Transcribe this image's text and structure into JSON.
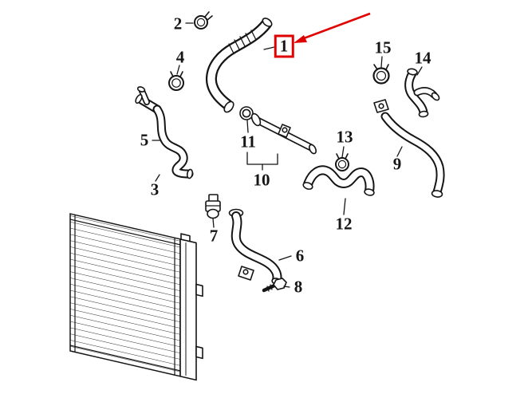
{
  "page": {
    "background": "#ffffff"
  },
  "diagram": {
    "type": "exploded-parts-diagram",
    "line_color": "#151515",
    "highlight_color": "#e10000",
    "highlighted_part": "1",
    "arrow": {
      "points_to": "1"
    },
    "callouts": [
      {
        "number": "1",
        "highlighted": true
      },
      {
        "number": "2",
        "highlighted": false
      },
      {
        "number": "3",
        "highlighted": false
      },
      {
        "number": "4",
        "highlighted": false
      },
      {
        "number": "5",
        "highlighted": false
      },
      {
        "number": "6",
        "highlighted": false
      },
      {
        "number": "7",
        "highlighted": false
      },
      {
        "number": "8",
        "highlighted": false
      },
      {
        "number": "9",
        "highlighted": false
      },
      {
        "number": "10",
        "highlighted": false
      },
      {
        "number": "11",
        "highlighted": false
      },
      {
        "number": "12",
        "highlighted": false
      },
      {
        "number": "13",
        "highlighted": false
      },
      {
        "number": "14",
        "highlighted": false
      },
      {
        "number": "15",
        "highlighted": false
      }
    ]
  }
}
